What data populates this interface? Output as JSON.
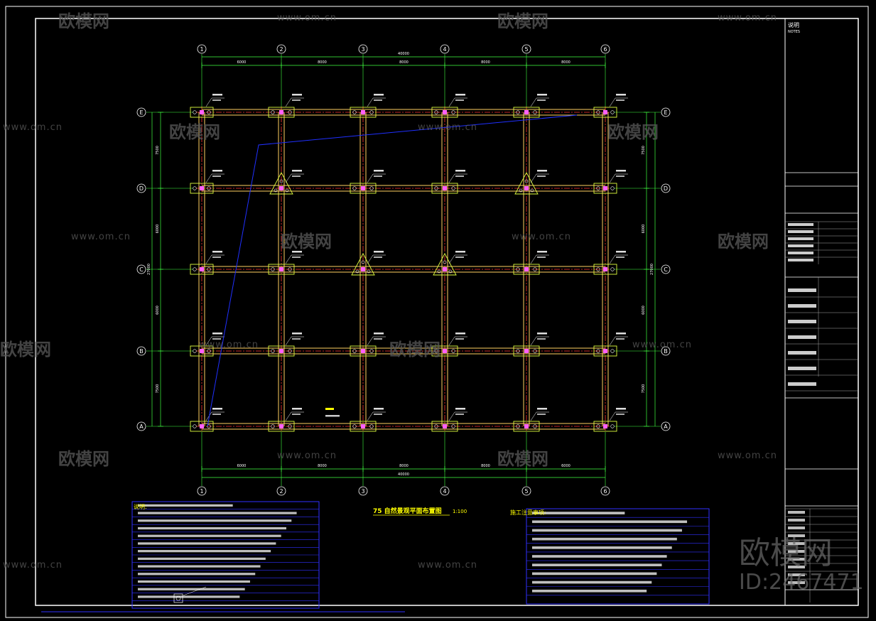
{
  "drawing": {
    "title": "75 自然景观平面布置图",
    "scale": "1:100",
    "notes_title_left": "说明:",
    "notes_title_right": "施工注意事项:",
    "panel_header_cn": "说明",
    "panel_header_en": "NOTES"
  },
  "grid": {
    "axes_x": [
      "1",
      "2",
      "3",
      "4",
      "5",
      "6"
    ],
    "axes_y": [
      "E",
      "D",
      "C",
      "B",
      "A"
    ],
    "spans_x_top": [
      "6000",
      "8000",
      "8000",
      "8000",
      "8000"
    ],
    "spans_x_bottom": [
      "6000",
      "8000",
      "8000",
      "8000",
      "6000"
    ],
    "total_x": "40000",
    "spans_y": [
      "7500",
      "6000",
      "6000",
      "7500"
    ],
    "total_y": "27000"
  },
  "colors": {
    "background": "#000000",
    "frame": "#ffffff",
    "grid_line": "#ff3030",
    "beam": "#ffd060",
    "column_cap": "#e0ff40",
    "dimension": "#40ff40",
    "axis_bubble": "#ffffff",
    "notes_border": "#3030ff",
    "title_text": "#ffff00",
    "diagonal_line": "#2030ff"
  },
  "watermarks": {
    "logo_text": "欧模网",
    "url_text": "www.om.cn",
    "id_text": "ID:2467471"
  }
}
